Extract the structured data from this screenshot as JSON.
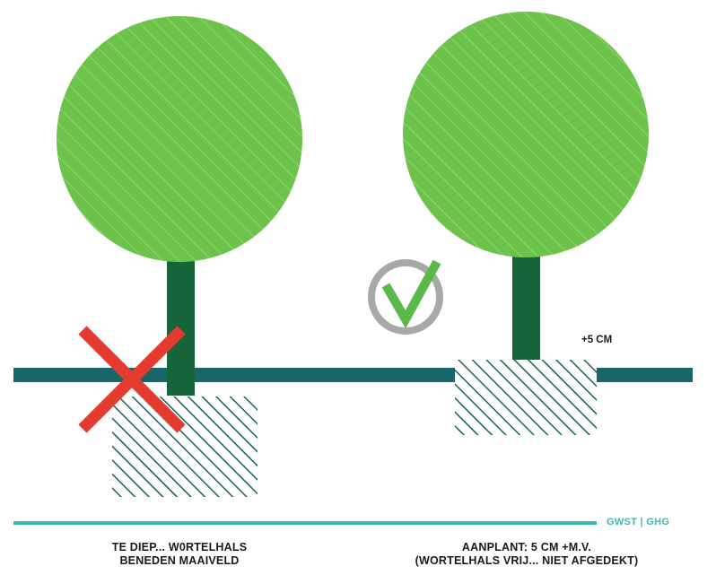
{
  "diagram": {
    "ground_marker_label": "+5 CM",
    "water_level_label": "GWST | GHG",
    "left_caption": {
      "line1": "TE DIEP... W0RTELHALS",
      "line2": "BENEDEN MAAIVELD"
    },
    "right_caption": {
      "line1": "AANPLANT: 5 CM +M.V.",
      "line2": "(WORTELHALS VRIJ... NIET AFGEDEKT)"
    },
    "colors": {
      "crown": "#6cc24a",
      "crown_hatch": "#7fd05d",
      "trunk": "#17643a",
      "ground_line": "#16666a",
      "root_hatch": "#1d5f5f",
      "water_line": "#3fb7b1",
      "cross": "#e53a2f",
      "check": "#5bb94a",
      "check_circle": "#a8a8a8"
    },
    "icons": {
      "wrong": "cross-icon",
      "correct": "check-icon"
    }
  }
}
